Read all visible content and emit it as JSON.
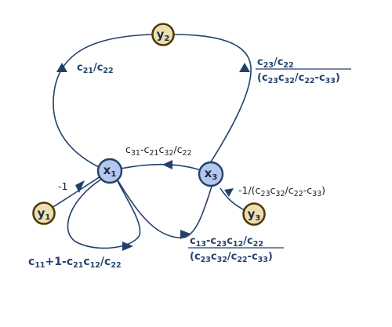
{
  "nodes": {
    "y1": {
      "letter": "y",
      "sub": "1"
    },
    "y2": {
      "letter": "y",
      "sub": "2"
    },
    "y3": {
      "letter": "y",
      "sub": "3"
    },
    "x1": {
      "letter": "x",
      "sub": "1"
    },
    "x3": {
      "letter": "x",
      "sub": "3"
    }
  },
  "edges": {
    "y1_x1": {
      "parts": [
        "-1"
      ]
    },
    "y3_x3": {
      "parts": [
        "-1/(c",
        "23",
        "c",
        "32",
        "/c",
        "22",
        "-c",
        "33",
        ")"
      ]
    },
    "x3_x1": {
      "parts": [
        "c",
        "31",
        "-c",
        "21",
        "c",
        "32",
        "/c",
        "22"
      ]
    },
    "x1_self": {
      "parts": [
        "c",
        "11",
        "+1-c",
        "21",
        "c",
        "12",
        "/c",
        "22"
      ]
    },
    "y2_x1": {
      "parts": [
        "c",
        "21",
        "/c",
        "22"
      ]
    },
    "x3_y2": {
      "num": [
        "c",
        "23",
        "/c",
        "22"
      ],
      "den": [
        "(c",
        "23",
        "c",
        "32",
        "/c",
        "22",
        "-c",
        "33",
        ")"
      ]
    },
    "x1_x3": {
      "num": [
        "c",
        "13",
        "-c",
        "23",
        "c",
        "12",
        "/c",
        "22"
      ],
      "den": [
        "(c",
        "23",
        "c",
        "32",
        "/c",
        "22",
        "-c",
        "33",
        ")"
      ]
    }
  }
}
